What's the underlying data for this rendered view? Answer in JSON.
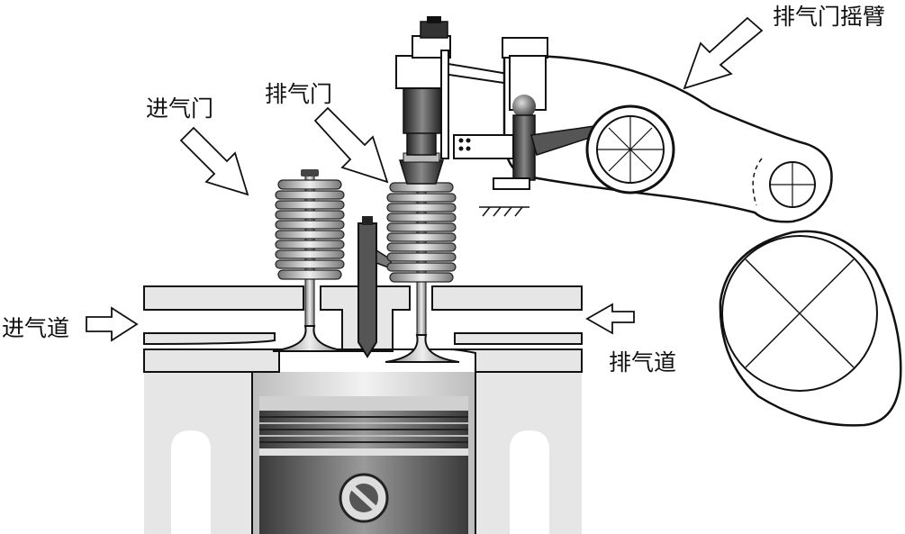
{
  "labels": {
    "intake_valve": "进气门",
    "exhaust_valve": "排气门",
    "exhaust_rocker_arm": "排气门摇臂",
    "intake_port": "进气道",
    "exhaust_port": "排气道"
  }
}
